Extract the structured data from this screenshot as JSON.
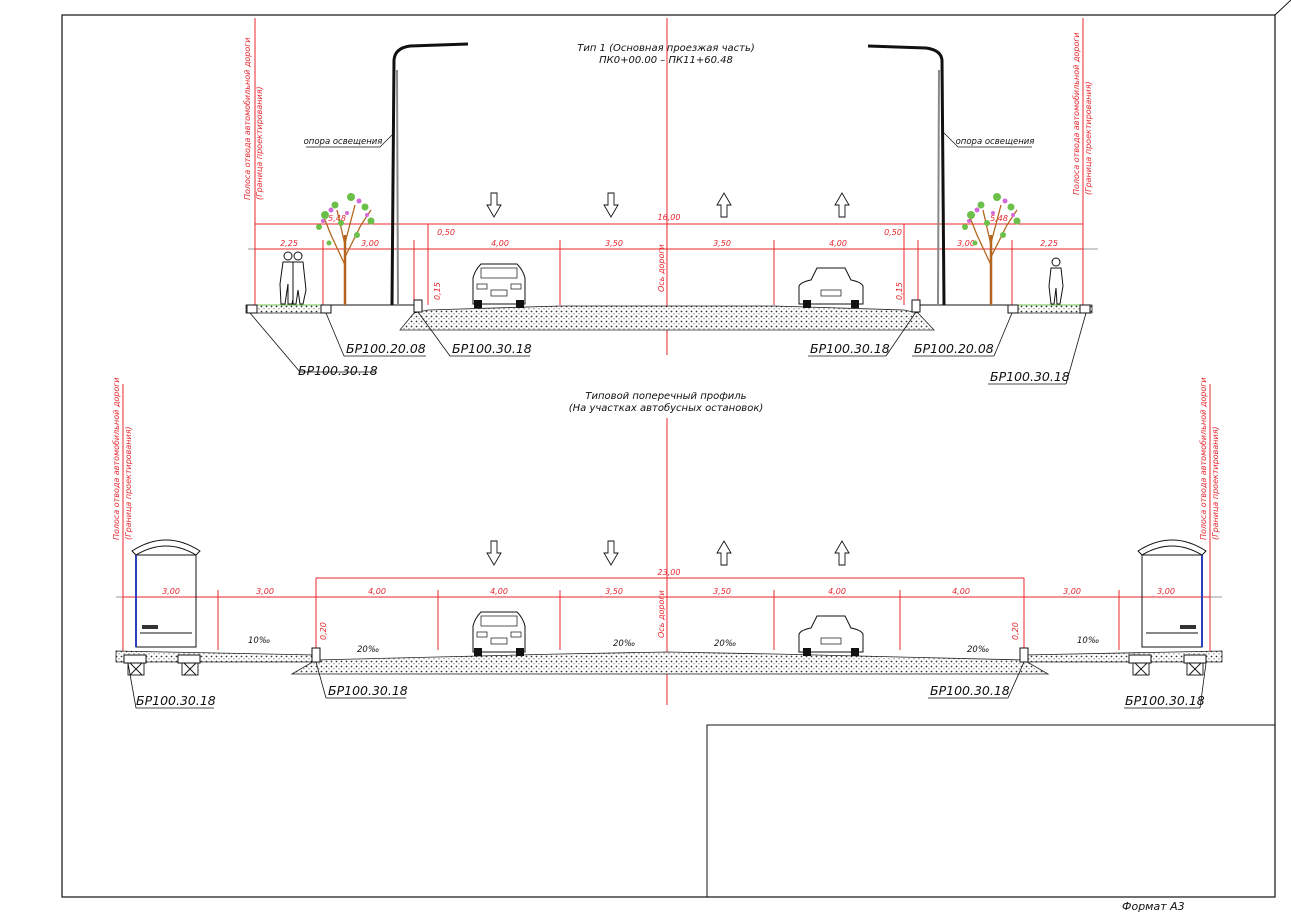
{
  "section1": {
    "title_line1": "Тип 1 (Основная проезжая часть)",
    "title_line2": "ПК0+00.00 – ПК11+60.48",
    "axis_label": "Ось дороги",
    "boundary_label_line1": "Полоса отвода автомобильной дороги",
    "boundary_label_line2": "(Граница проектирования)",
    "light_pole_label": "опора освещения",
    "total_width": "16,00",
    "dims": [
      "2,25",
      "3,00",
      "0,50",
      "4,00",
      "3,50",
      "3,50",
      "4,00",
      "0,50",
      "3,00",
      "2,25"
    ],
    "tree_height": "5,48",
    "curb_height": "0,15",
    "curb_labels": [
      "БР100.20.08",
      "БР100.30.18",
      "БР100.30.18",
      "БР100.20.08",
      "БР100.30.18",
      "БР100.30.18"
    ]
  },
  "section2": {
    "title_line1": "Типовой поперечный профиль",
    "title_line2": "(На участках автобусных остановок)",
    "axis_label": "Ось дороги",
    "boundary_label_line1": "Полоса отвода автомобильной дороги",
    "boundary_label_line2": "(Граница проектирования)",
    "total_width": "23,00",
    "dims": [
      "3,00",
      "3,00",
      "4,00",
      "4,00",
      "3,50",
      "3,50",
      "4,00",
      "4,00",
      "3,00",
      "3,00"
    ],
    "slopes": [
      "10‰",
      "20‰",
      "20‰",
      "20‰",
      "20‰",
      "10‰"
    ],
    "curb_height": "0,20",
    "curb_labels": [
      "БР100.30.18",
      "БР100.30.18",
      "БР100.30.18",
      "БР100.30.18"
    ]
  },
  "stamp": {
    "format_label": "Формат А3"
  },
  "colors": {
    "dimension": "#e8262e",
    "linework": "#111111"
  }
}
